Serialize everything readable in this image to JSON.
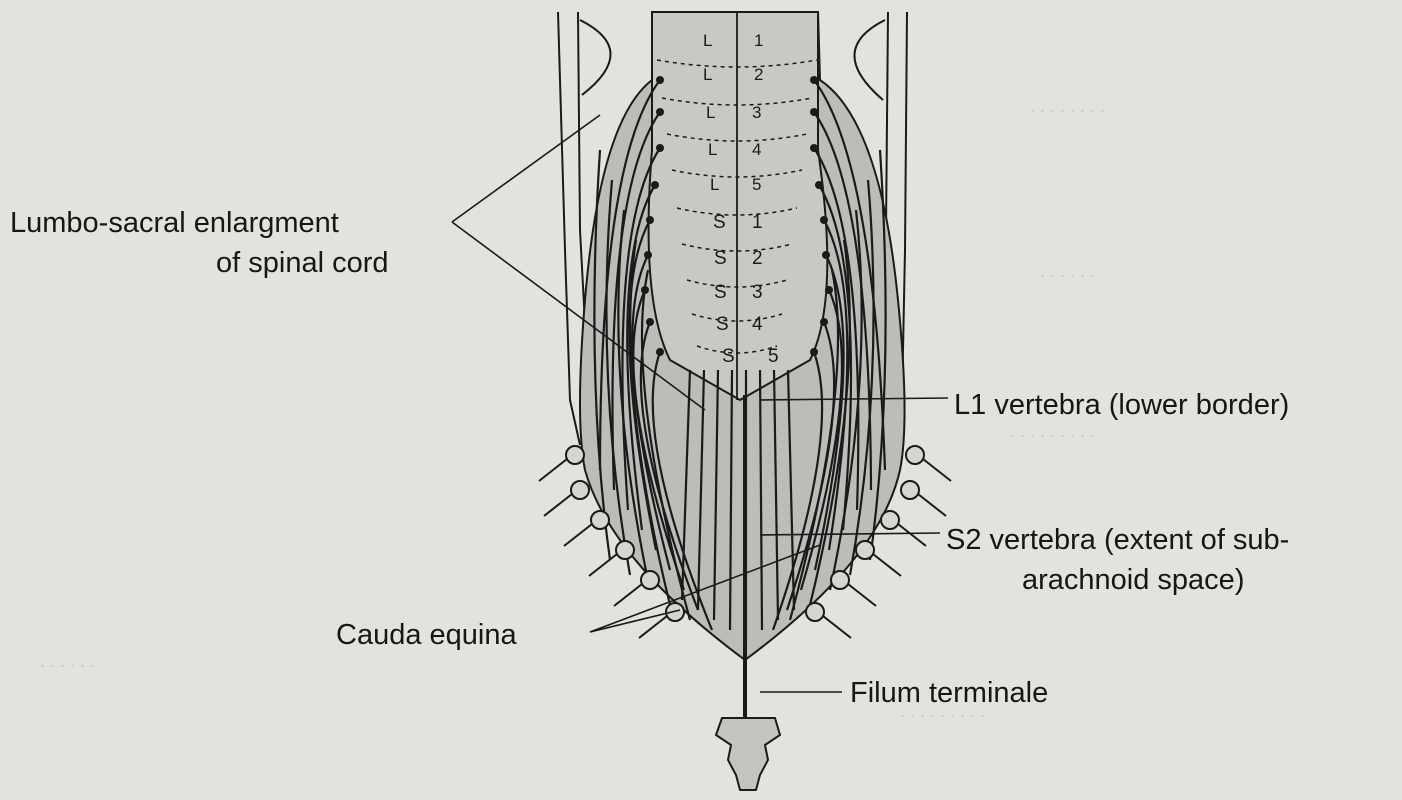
{
  "labels": {
    "lumbosacral_line1": "Lumbo-sacral enlargment",
    "lumbosacral_line2": "of spinal cord",
    "l1_vertebra": "L1 vertebra (lower border)",
    "s2_line1": "S2 vertebra (extent of sub-",
    "s2_line2": "arachnoid space)",
    "cauda_equina": "Cauda equina",
    "filum_terminale": "Filum terminale"
  },
  "segments": {
    "lumbar": {
      "letter": "L",
      "numbers": [
        "1",
        "2",
        "3",
        "4",
        "5"
      ]
    },
    "sacral": {
      "letter": "S",
      "numbers": [
        "1",
        "2",
        "3",
        "4",
        "5"
      ]
    }
  },
  "colors": {
    "paper": "#e4e2dd",
    "cord_fill": "#bdbcb8",
    "ink": "#1a1a1a"
  }
}
